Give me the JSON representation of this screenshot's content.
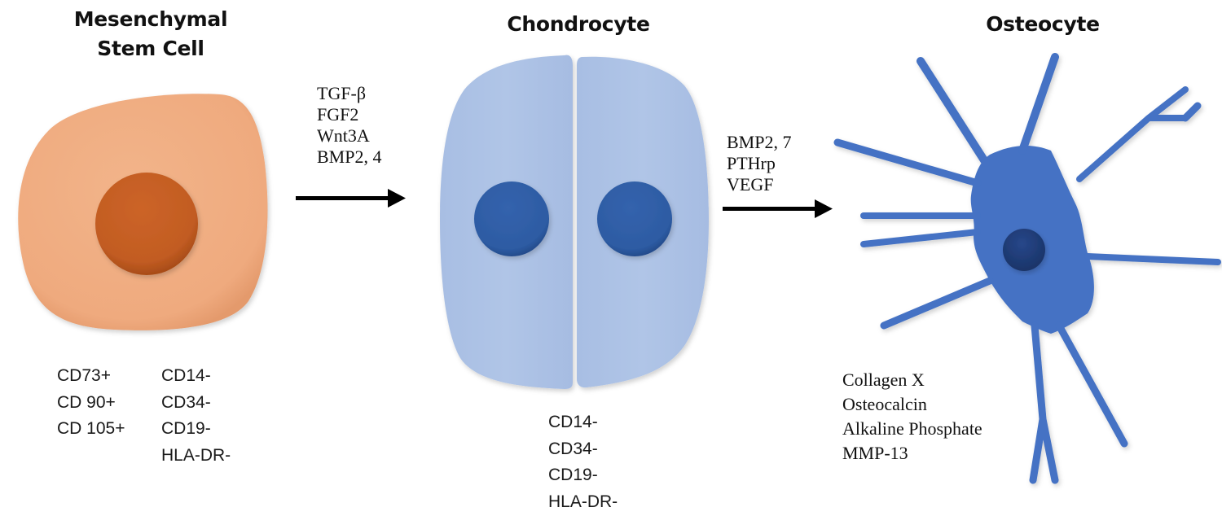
{
  "diagram": {
    "stages": [
      {
        "id": "msc",
        "title_lines": [
          "Mesenchymal",
          "Stem Cell"
        ],
        "cell_color": "#F0AE82",
        "nucleus_color": "#C75F24",
        "markers_positive": [
          "CD73+",
          "CD 90+",
          "CD 105+"
        ],
        "markers_negative": [
          "CD14-",
          "CD34-",
          "CD19-",
          "HLA-DR-"
        ]
      },
      {
        "id": "chondrocyte",
        "title_lines": [
          "Chondrocyte"
        ],
        "cell_color": "#AEC3E6",
        "nucleus_color": "#2F5DA6",
        "markers": [
          "CD14-",
          "CD34-",
          "CD19-",
          "HLA-DR-"
        ]
      },
      {
        "id": "osteocyte",
        "title_lines": [
          "Osteocyte"
        ],
        "cell_color": "#4472C4",
        "nucleus_color": "#1F3E78",
        "markers": [
          "Collagen X",
          "Osteocalcin",
          "Alkaline Phosphate",
          "MMP-13"
        ]
      }
    ],
    "transitions": [
      {
        "from": "msc",
        "to": "chondrocyte",
        "factors": [
          "TGF-β",
          "FGF2",
          "Wnt3A",
          "BMP2, 4"
        ]
      },
      {
        "from": "chondrocyte",
        "to": "osteocyte",
        "factors": [
          "BMP2, 7",
          "PTHrp",
          "VEGF"
        ]
      }
    ],
    "arrow_color": "#000000"
  }
}
